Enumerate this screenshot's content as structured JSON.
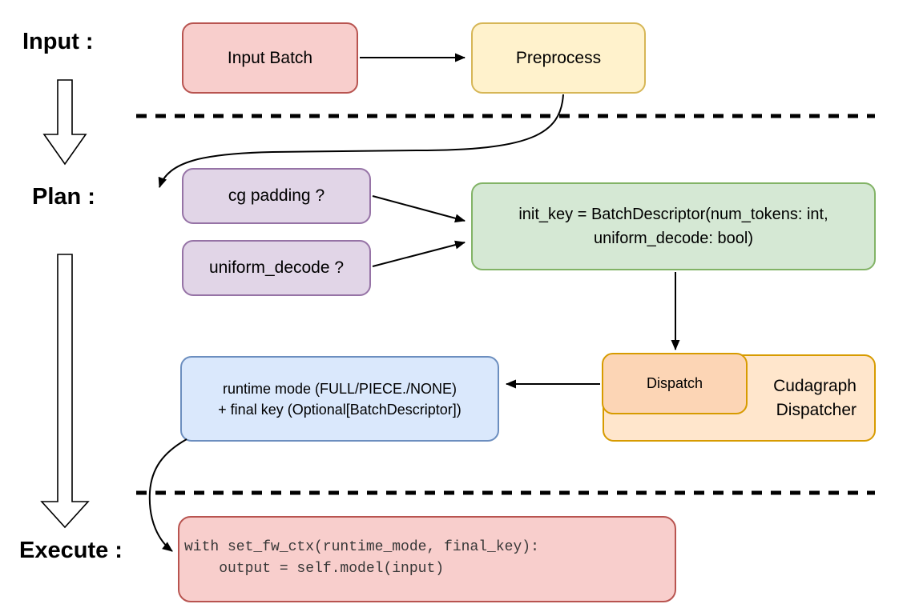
{
  "stages": {
    "input_label": "Input :",
    "plan_label": "Plan :",
    "execute_label": "Execute :"
  },
  "nodes": {
    "input_batch": {
      "label": "Input Batch"
    },
    "preprocess": {
      "label": "Preprocess"
    },
    "cg_padding": {
      "label": "cg padding ?"
    },
    "uniform_decode": {
      "label": "uniform_decode ?"
    },
    "init_key": {
      "line1": "init_key = BatchDescriptor(num_tokens: int,",
      "line2": "uniform_decode: bool)"
    },
    "dispatch": {
      "label": "Dispatch"
    },
    "cudagraph_dispatcher": {
      "line1": "Cudagraph",
      "line2": "Dispatcher"
    },
    "runtime_mode": {
      "line1": "runtime mode (FULL/PIECE./NONE)",
      "line2": "+ final key (Optional[BatchDescriptor])"
    },
    "execute_code": {
      "line1": "with set_fw_ctx(runtime_mode, final_key):",
      "line2": "    output = self.model(input)"
    }
  },
  "colors": {
    "red_fill": "#f8cecc",
    "red_border": "#b85450",
    "yellow_fill": "#fff2cc",
    "yellow_border": "#d6b656",
    "purple_fill": "#e1d5e7",
    "purple_border": "#9673a6",
    "green_fill": "#d5e8d4",
    "green_border": "#82b366",
    "orange_fill": "#ffe6cc",
    "orange_border": "#d79b00",
    "orange_inner_fill": "#fcd5b5",
    "blue_fill": "#dae8fc",
    "blue_border": "#6c8ebf",
    "connector": "#000000"
  }
}
